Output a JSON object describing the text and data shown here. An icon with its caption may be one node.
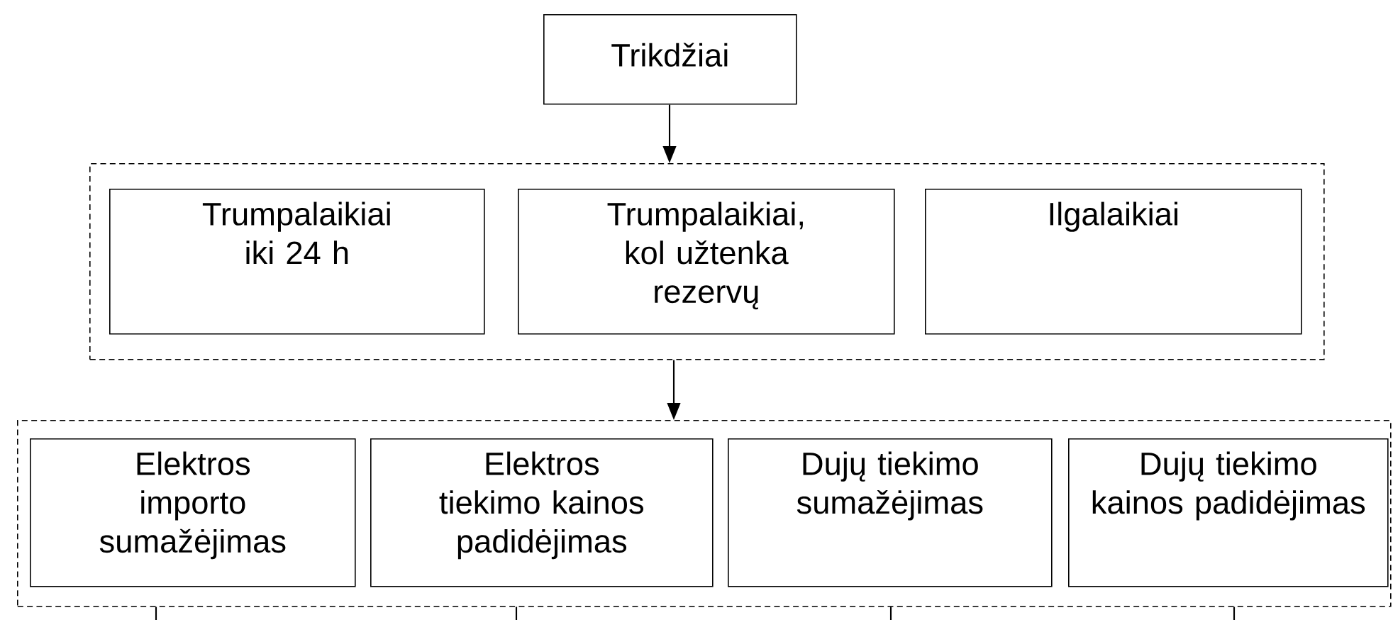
{
  "diagram": {
    "nodes": [
      {
        "text": [
          "Trikdžiai"
        ]
      },
      {
        "text": [],
        "shape": "box"
      },
      {
        "text": [
          "Trumpalaikiai iki 24 h"
        ],
        "in": 1
      },
      {
        "text": [
          "Trumpalaikiai, kol užtenka rezervų"
        ],
        "in": 1
      },
      {
        "text": [
          "Ilgalaikiai"
        ],
        "in": 1
      },
      {
        "text": [],
        "shape": "box"
      },
      {
        "text": [
          "Elektros importo sumažėjimas"
        ],
        "in": 5
      },
      {
        "text": [
          "Elektros tiekimo kainos padidėjimas"
        ],
        "in": 5
      },
      {
        "text": [
          "Dujų tiekimo sumažėjimas"
        ],
        "in": 5
      },
      {
        "text": [
          "Dujų tiekimo kainos padidėjimas"
        ],
        "in": 5
      }
    ],
    "edges": [
      {
        "from": 0,
        "to": 1,
        "arrow": "to"
      },
      {
        "from": 1,
        "to": 5,
        "arrow": "to"
      },
      {
        "from": 5,
        "to": null,
        "arrow": "none"
      },
      {
        "from": 5,
        "to": null,
        "arrow": "none"
      },
      {
        "from": 5,
        "to": null,
        "arrow": "none"
      },
      {
        "from": 5,
        "to": null,
        "arrow": "none"
      }
    ]
  }
}
